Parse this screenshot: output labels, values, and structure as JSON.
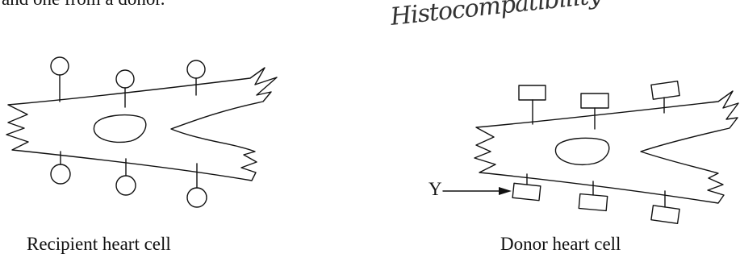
{
  "intro": {
    "text": "and one from a donor."
  },
  "handwritten_note": {
    "text": "Histocompatibility"
  },
  "recipient": {
    "caption": "Recipient heart cell"
  },
  "donor": {
    "caption": "Donor heart cell",
    "pointer_label": "Y"
  }
}
